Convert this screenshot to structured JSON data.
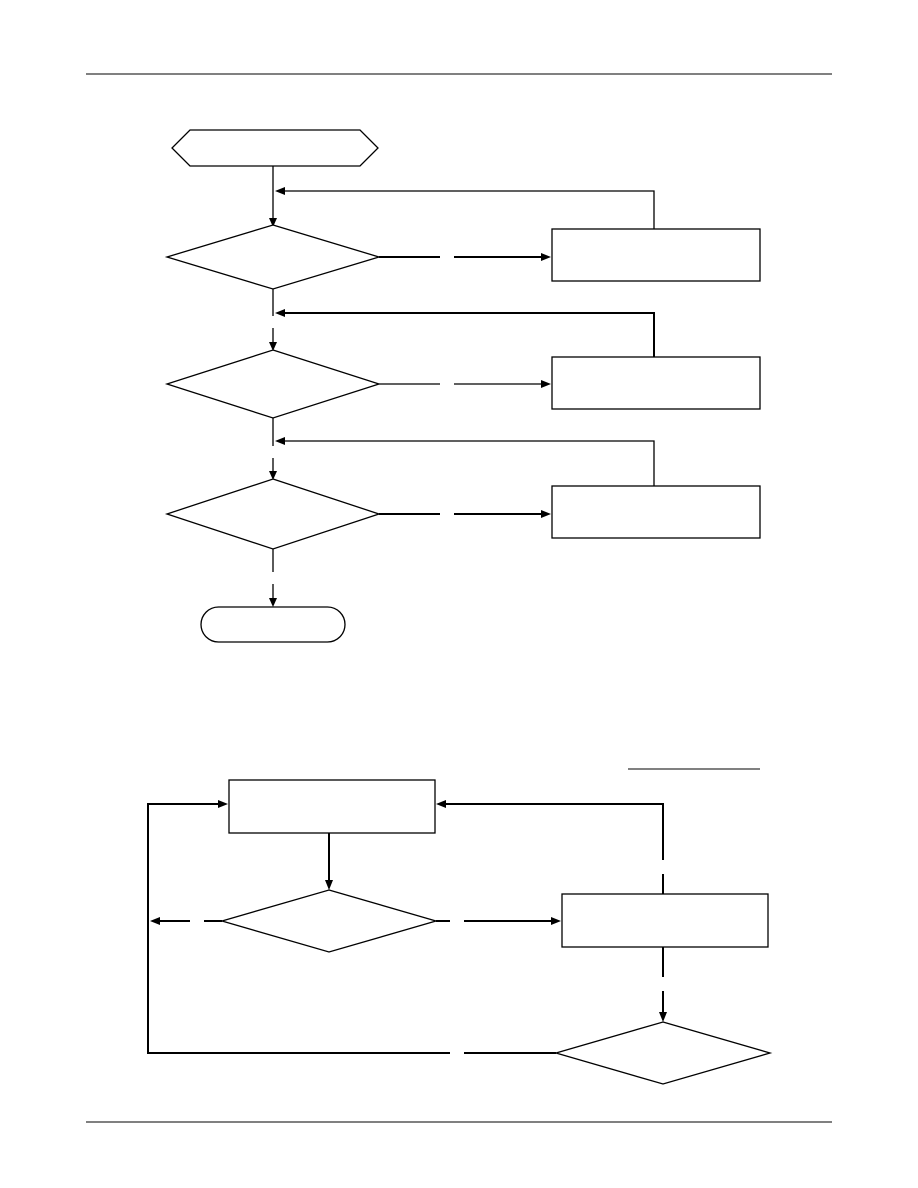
{
  "page": {
    "header_rule": true,
    "footer_rule": true
  },
  "flowchart_top": {
    "nodes": [
      {
        "id": "start",
        "kind": "hexagon",
        "label": ""
      },
      {
        "id": "decision-1",
        "kind": "diamond",
        "label": ""
      },
      {
        "id": "process-1",
        "kind": "rect",
        "label": ""
      },
      {
        "id": "decision-2",
        "kind": "diamond",
        "label": ""
      },
      {
        "id": "process-2",
        "kind": "rect",
        "label": ""
      },
      {
        "id": "decision-3",
        "kind": "diamond",
        "label": ""
      },
      {
        "id": "process-3",
        "kind": "rect",
        "label": ""
      },
      {
        "id": "end",
        "kind": "terminator",
        "label": ""
      }
    ]
  },
  "flowchart_bottom": {
    "title": "",
    "nodes": [
      {
        "id": "process-a",
        "kind": "rect",
        "label": ""
      },
      {
        "id": "decision-a",
        "kind": "diamond",
        "label": ""
      },
      {
        "id": "process-b",
        "kind": "rect",
        "label": ""
      },
      {
        "id": "decision-b",
        "kind": "diamond",
        "label": ""
      }
    ]
  }
}
